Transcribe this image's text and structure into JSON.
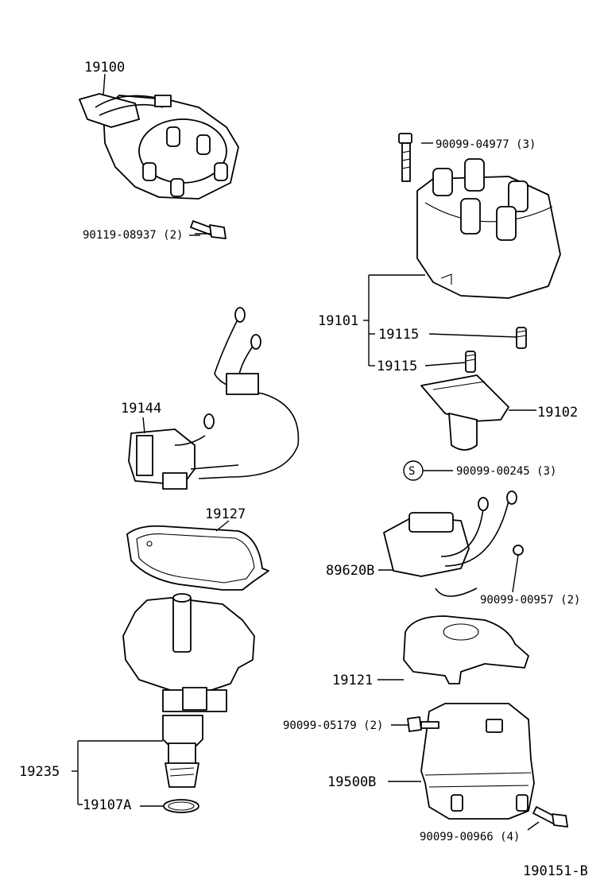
{
  "labels": {
    "p19100": "19100",
    "p90119": "90119-08937 (2)",
    "p90099_04977": "90099-04977 (3)",
    "p19101": "19101",
    "p19115a": "19115",
    "p19115b": "19115",
    "p19102": "19102",
    "p19144": "19144",
    "s_mark": "S",
    "p90099_00245": "90099-00245 (3)",
    "p19127": "19127",
    "p89620B": "89620B",
    "p90099_00957": "90099-00957 (2)",
    "p19121": "19121",
    "p90099_05179": "90099-05179 (2)",
    "p19235": "19235",
    "p19500B": "19500B",
    "p19107A": "19107A",
    "p90099_00966": "90099-00966 (4)",
    "diagram_code": "190151-B"
  }
}
